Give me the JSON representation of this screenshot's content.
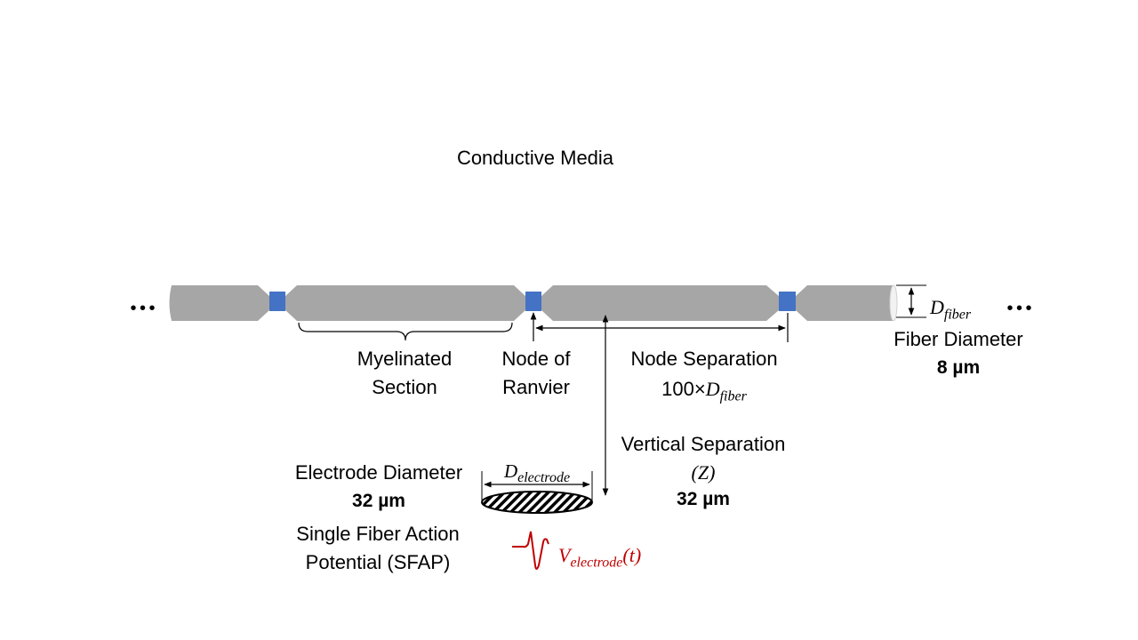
{
  "title": "Conductive Media",
  "ellipsis": "• • •",
  "labels": {
    "myelinated": [
      "Myelinated",
      "Section"
    ],
    "node_of_ranvier": [
      "Node of",
      "Ranvier"
    ],
    "node_separation": "Node Separation",
    "node_separation_formula": {
      "prefix": "100×",
      "var": "D",
      "sub": "fiber"
    },
    "fiber_diameter_symbol": {
      "var": "D",
      "sub": "fiber"
    },
    "fiber_diameter": "Fiber Diameter",
    "fiber_diameter_value": "8 µm",
    "vertical_separation": "Vertical Separation",
    "vertical_separation_symbol": "(Z)",
    "vertical_separation_value": "32 µm",
    "electrode_diameter_symbol": {
      "var": "D",
      "sub": "electrode"
    },
    "electrode_diameter": "Electrode Diameter",
    "electrode_diameter_value": "32 µm",
    "sfap": [
      "Single Fiber Action",
      "Potential (SFAP)"
    ],
    "voltage": {
      "var": "V",
      "sub": "electrode",
      "arg": "(t)"
    }
  },
  "colors": {
    "fiber": "#a6a6a6",
    "node": "#4472c4",
    "signal": "#c00000",
    "text": "#000000"
  }
}
